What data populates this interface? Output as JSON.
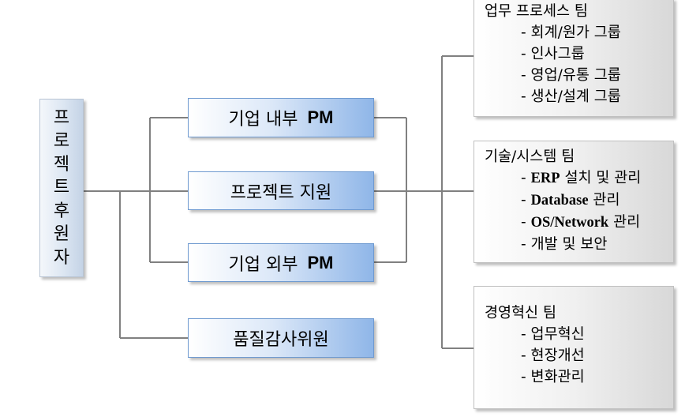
{
  "sponsor": {
    "chars": [
      "프",
      "로",
      "젝",
      "트",
      "후",
      "원",
      "자"
    ]
  },
  "center_boxes": {
    "internal_pm": {
      "text": "기업 내부",
      "bold": "PM"
    },
    "project_support": {
      "text": "프로젝트 지원"
    },
    "external_pm": {
      "text": "기업 외부",
      "bold": "PM"
    },
    "quality_audit": {
      "text": "품질감사위원"
    }
  },
  "teams": {
    "business_process": {
      "title": "업무 프로세스 팀",
      "items": [
        "- 회계/원가 그룹",
        "- 인사그룹",
        "- 영업/유통 그룹",
        "- 생산/설계 그룹"
      ]
    },
    "technology_system": {
      "title": "기술/시스템 팀",
      "items": [
        {
          "dash": "- ",
          "bold": "ERP",
          "rest": " 설치 및 관리"
        },
        {
          "dash": "- ",
          "bold": "Database",
          "rest": " 관리"
        },
        {
          "dash": "- ",
          "bold": "OS/Network",
          "rest": " 관리"
        },
        {
          "dash": "- ",
          "bold": "",
          "rest": "개발 및 보안"
        }
      ]
    },
    "management_innovation": {
      "title": "경영혁신 팀",
      "items": [
        "- 업무혁신",
        "- 현장개선",
        "- 변화관리"
      ]
    }
  },
  "colors": {
    "connector": "#808080",
    "pm_box_accent": "#8fb6e8",
    "team_box_fill": "#e8e8e8"
  }
}
